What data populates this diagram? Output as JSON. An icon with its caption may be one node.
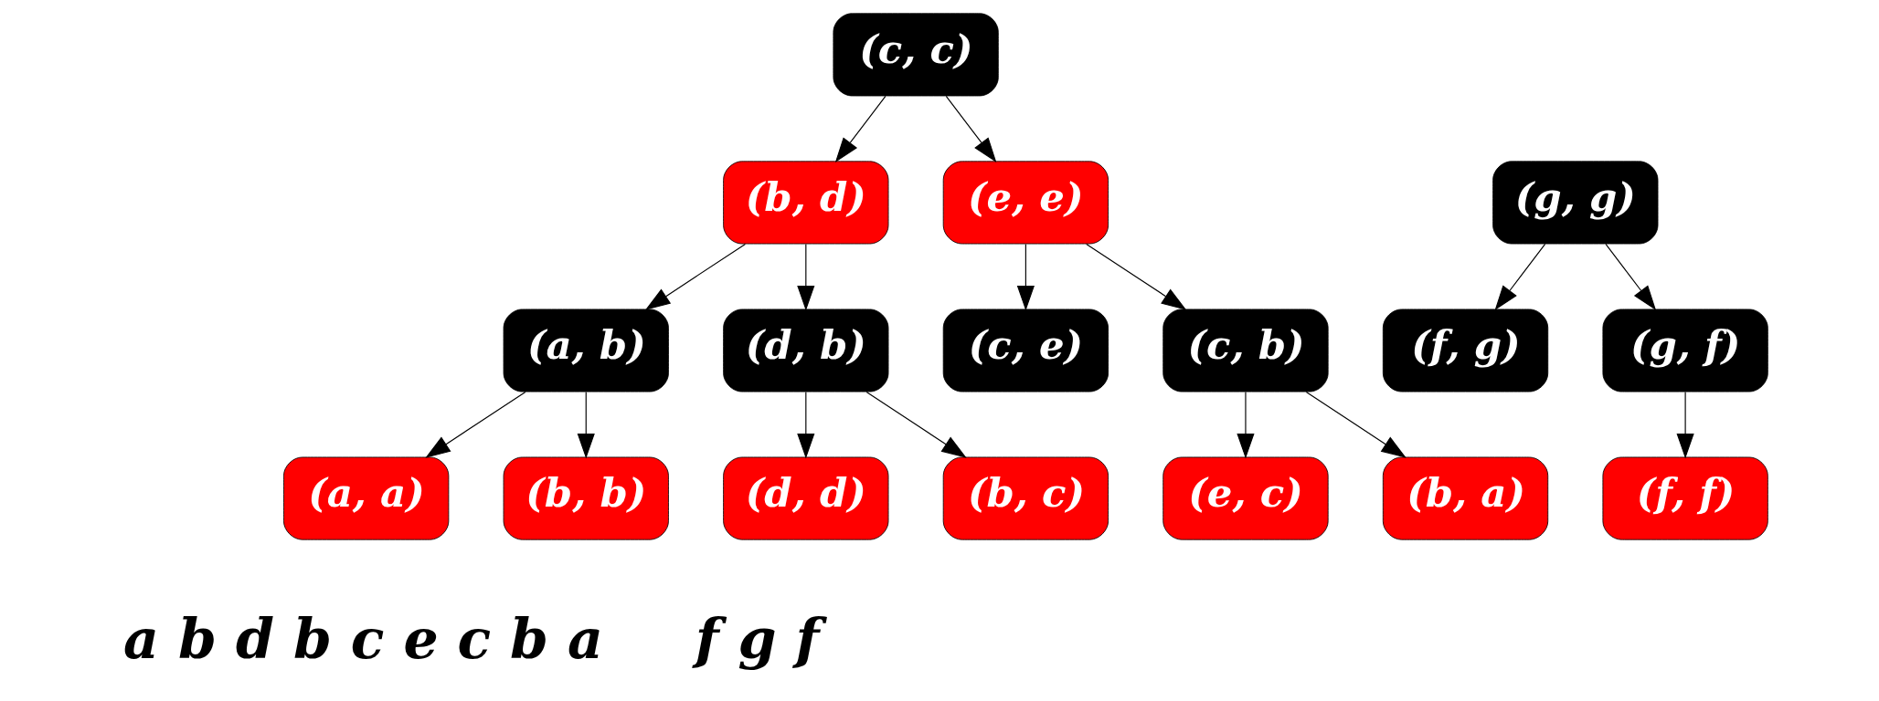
{
  "diagram": {
    "nodes": [
      {
        "text": [
          "(c, c)"
        ]
      },
      {
        "text": [
          "(b, d)"
        ]
      },
      {
        "text": [
          "(e, e)"
        ]
      },
      {
        "text": [
          "(a, b)"
        ]
      },
      {
        "text": [
          "(d, b)"
        ]
      },
      {
        "text": [
          "(c, e)"
        ]
      },
      {
        "text": [
          "(c, b)"
        ]
      },
      {
        "text": [
          "(a, a)"
        ]
      },
      {
        "text": [
          "(b, b)"
        ]
      },
      {
        "text": [
          "(d, d)"
        ]
      },
      {
        "text": [
          "(b, c)"
        ]
      },
      {
        "text": [
          "(e, c)"
        ]
      },
      {
        "text": [
          "(b, a)"
        ]
      },
      {
        "text": [
          "(g, g)"
        ]
      },
      {
        "text": [
          "(f, g)"
        ]
      },
      {
        "text": [
          "(g, f)"
        ]
      },
      {
        "text": [
          "(f, f)"
        ]
      }
    ],
    "edges": [
      {
        "from": 0,
        "to": 1,
        "arrow": "to"
      },
      {
        "from": 0,
        "to": 2,
        "arrow": "to"
      },
      {
        "from": 1,
        "to": 3,
        "arrow": "to"
      },
      {
        "from": 1,
        "to": 4,
        "arrow": "to"
      },
      {
        "from": 2,
        "to": 5,
        "arrow": "to"
      },
      {
        "from": 2,
        "to": 6,
        "arrow": "to"
      },
      {
        "from": 3,
        "to": 7,
        "arrow": "to"
      },
      {
        "from": 3,
        "to": 8,
        "arrow": "to"
      },
      {
        "from": 4,
        "to": 9,
        "arrow": "to"
      },
      {
        "from": 4,
        "to": 10,
        "arrow": "to"
      },
      {
        "from": 6,
        "to": 11,
        "arrow": "to"
      },
      {
        "from": 6,
        "to": 12,
        "arrow": "to"
      },
      {
        "from": 13,
        "to": 14,
        "arrow": "to"
      },
      {
        "from": 13,
        "to": 15,
        "arrow": "to"
      },
      {
        "from": 15,
        "to": 16,
        "arrow": "to"
      }
    ],
    "labels": [
      "a b d b c e c b a",
      "f g f"
    ]
  }
}
